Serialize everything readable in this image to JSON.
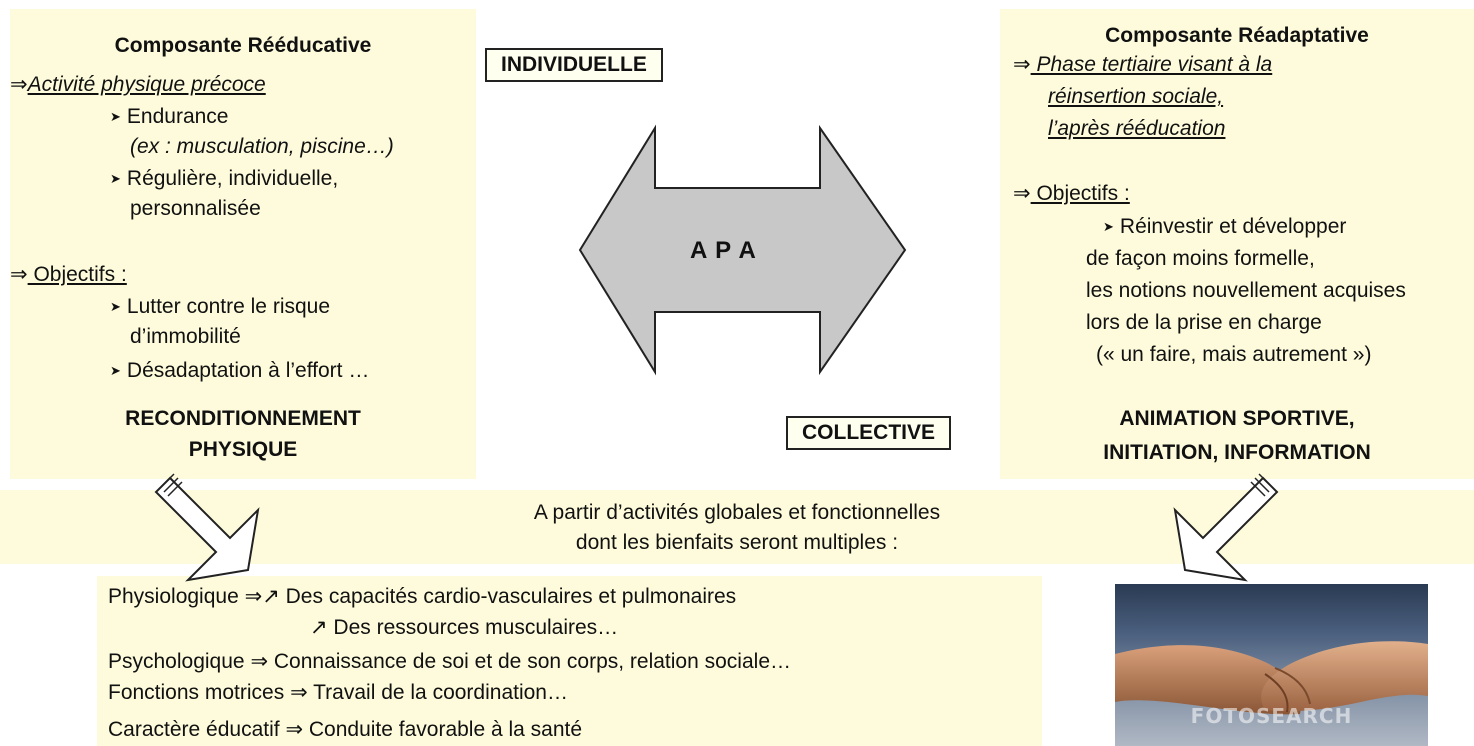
{
  "left_panel": {
    "title": "Composante Rééducative",
    "item1_arrow": "⇒",
    "item1_label": "Activité physique précoce",
    "bullet1": "Endurance",
    "bullet1_ex": "(ex : musculation, piscine…)",
    "bullet2_line1": "Régulière, individuelle,",
    "bullet2_line2": "personnalisée",
    "obj_arrow": "⇒",
    "obj_label": " Objectifs :",
    "obj1_line1": "Lutter contre le risque",
    "obj1_line2": "d’immobilité",
    "obj2": "Désadaptation à l’effort …",
    "conclusion_line1": "RECONDITIONNEMENT",
    "conclusion_line2": "PHYSIQUE"
  },
  "center": {
    "top_label": "INDIVIDUELLE",
    "arrow_label": "A P A",
    "bottom_label": "COLLECTIVE"
  },
  "right_panel": {
    "title": "Composante Réadaptative",
    "phase_arrow": "⇒",
    "phase_line1": " Phase tertiaire visant à la",
    "phase_line2": "réinsertion sociale,",
    "phase_line3": "l’après rééducation",
    "obj_arrow": "⇒",
    "obj_label": " Objectifs :",
    "obj_line1": "Réinvestir et développer",
    "obj_line2": "de façon moins formelle,",
    "obj_line3": "les notions nouvellement acquises",
    "obj_line4": "lors de la prise en charge",
    "obj_line5": "(« un faire, mais autrement »)",
    "conclusion_line1": "ANIMATION SPORTIVE,",
    "conclusion_line2": "INITIATION, INFORMATION"
  },
  "middle_band": {
    "line1": "A partir d’activités globales et fonctionnelles",
    "line2": "dont les bienfaits seront multiples :"
  },
  "benefits": {
    "row1_cat": "Physiologique",
    "row1_text": "⇒↗ Des capacités cardio-vasculaires et pulmonaires",
    "row2_text": "↗ Des ressources musculaires…",
    "row3_cat": "Psychologique",
    "row3_text": "⇒ Connaissance de soi et de son corps, relation sociale…",
    "row4_cat": "Fonctions motrices",
    "row4_text": "⇒ Travail de la coordination…",
    "row5_cat": "Caractère éducatif",
    "row5_text": "⇒ Conduite favorable à la santé"
  },
  "photo": {
    "subject": "handshake",
    "watermark": "FOTOSEARCH"
  },
  "colors": {
    "panel_bg": "#fdfbdb",
    "arrow_fill": "#c8c8c8",
    "outline": "#222222"
  }
}
